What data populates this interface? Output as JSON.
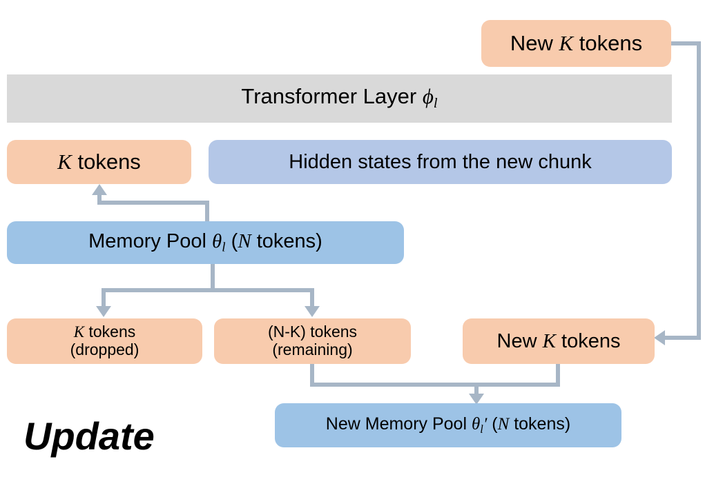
{
  "diagram": {
    "title_label": "Update",
    "colors": {
      "orange": "#f8cbad",
      "blue_light": "#b4c7e7",
      "blue_dark": "#9dc3e6",
      "gray": "#d9d9d9",
      "connector": "#a7b6c6",
      "text": "#000000",
      "background": "#ffffff"
    },
    "nodes": {
      "new_k_tokens_top": {
        "text_prefix": "New ",
        "text_var": "K",
        "text_suffix": " tokens",
        "fill": "#f8cbad"
      },
      "transformer_layer": {
        "text_prefix": "Transformer Layer ",
        "text_var": "ϕ",
        "text_sub": "l",
        "text_suffix": "",
        "fill": "#d9d9d9"
      },
      "k_tokens": {
        "text_prefix": "",
        "text_var": "K",
        "text_suffix": " tokens",
        "fill": "#f8cbad"
      },
      "hidden_states": {
        "text": "Hidden states from the new chunk",
        "fill": "#b4c7e7"
      },
      "memory_pool": {
        "text_prefix": "Memory Pool ",
        "text_var": "θ",
        "text_sub": "l",
        "text_mid": " (",
        "text_var2": "N",
        "text_suffix": " tokens)",
        "fill": "#9dc3e6"
      },
      "k_tokens_dropped": {
        "line1_var": "K",
        "line1_suffix": " tokens",
        "line2": "(dropped)",
        "fill": "#f8cbad"
      },
      "nk_tokens_remaining": {
        "line1": "(N-K) tokens",
        "line2": "(remaining)",
        "fill": "#f8cbad"
      },
      "new_k_tokens_bottom": {
        "text_prefix": "New ",
        "text_var": "K",
        "text_suffix": " tokens",
        "fill": "#f8cbad"
      },
      "new_memory_pool": {
        "text_prefix": "New Memory Pool ",
        "text_var": "θ",
        "text_prime": "′",
        "text_sub": "l",
        "text_mid": " (",
        "text_var2": "N",
        "text_suffix": " tokens)",
        "fill": "#9dc3e6"
      }
    },
    "edges": [
      {
        "name": "memory-pool-to-k-tokens",
        "from": "memory_pool",
        "to": "k_tokens"
      },
      {
        "name": "memory-pool-to-dropped",
        "from": "memory_pool",
        "to": "k_tokens_dropped"
      },
      {
        "name": "memory-pool-to-remaining",
        "from": "memory_pool",
        "to": "nk_tokens_remaining"
      },
      {
        "name": "new-k-top-to-new-k-bottom",
        "from": "new_k_tokens_top",
        "to": "new_k_tokens_bottom"
      },
      {
        "name": "remaining-and-new-k-to-new-memory-pool",
        "from": "nk_tokens_remaining",
        "to": "new_memory_pool"
      }
    ]
  }
}
